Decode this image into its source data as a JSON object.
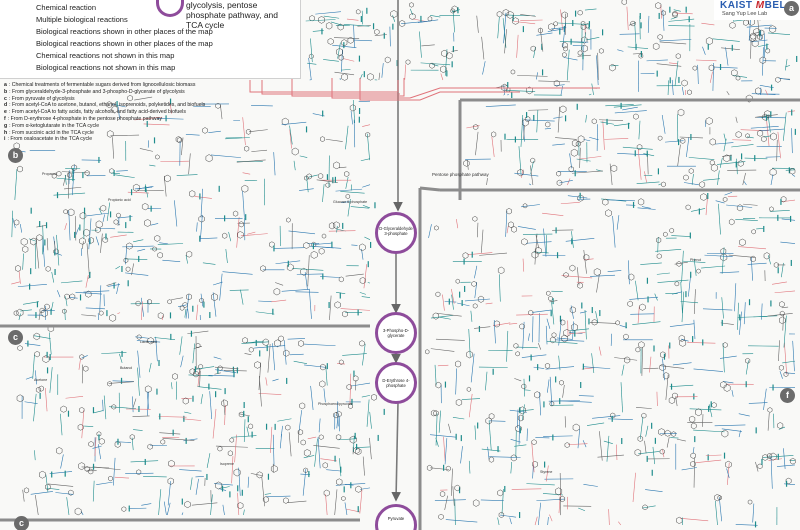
{
  "header": {
    "title_text": "glycolysis, pentose phosphate pathway, and TCA cycle",
    "logo_text": "KAIST",
    "logo_m": "M",
    "logo_bel": "BEL",
    "logo_sub": "Sang Yup Lee Lab",
    "corner_letter": "a"
  },
  "legend": {
    "items": [
      {
        "label": "Chemical reaction",
        "color": "#e0737a",
        "style": "solid-arrow"
      },
      {
        "label": "Multiple biological reactions",
        "color": "#2c78b0",
        "style": "dotted-arrow"
      },
      {
        "label": "Biological reactions shown in other places of the map",
        "color": "#1f8c8c",
        "style": "tbar"
      },
      {
        "label": "Biological reactions shown in other places of the map",
        "color": "#d04b52",
        "style": "tbar"
      },
      {
        "label": "Chemical reactions not shown in this map",
        "color": "#7a7a7a",
        "style": "dashed"
      },
      {
        "label": "Biological reactions not shown in this map",
        "color": "#1f8c8c",
        "style": "tbar-dashed"
      }
    ]
  },
  "footnotes": [
    {
      "key": "a",
      "text": ": Chemical treatments of fermentable sugars derived from lignocellulosic biomass"
    },
    {
      "key": "b",
      "text": ": From glyceraldehyde-3-phosphate and 3-phospho-D-glycerate of glycolysis"
    },
    {
      "key": "c",
      "text": ": From pyruvate of glycolysis"
    },
    {
      "key": "d",
      "text": ": From acetyl-CoA to acetone, butanol, ethanol, isoprenoids, polyketides, and biofuels"
    },
    {
      "key": "e",
      "text": ": From acetyl-CoA to fatty acids, fatty alcohols, and fatty acid-derived biofuels"
    },
    {
      "key": "f",
      "text": ": From D-erythrose 4-phosphate in the pentose phosphate pathway"
    },
    {
      "key": "g",
      "text": ": From α-ketoglutarate in the TCA cycle"
    },
    {
      "key": "h",
      "text": ": From succinic acid in the TCA cycle"
    },
    {
      "key": "i",
      "text": ": From oxaloacetate in the TCA cycle"
    }
  ],
  "panels": {
    "b": "b",
    "c": "c",
    "f": "f",
    "bottom_c": "c"
  },
  "central_metabolites": [
    {
      "label": "D-Glyceraldehyde 3-phosphate"
    },
    {
      "label": "3-Phospho-D-glycerate"
    },
    {
      "label": "D-Erythrose 4-phosphate"
    },
    {
      "label": "Pyruvate"
    }
  ],
  "small_labels": {
    "glucose_6p": "Glucose 6-phosphate",
    "ppp": "Pentose phosphate pathway",
    "propanol": "Propanol",
    "propionic": "Propionic acid",
    "acetone": "Acetone",
    "butanol": "Butanol",
    "phenol": "Phenol",
    "styrene": "Styrene",
    "isoprene": "Isoprene",
    "lactic": "Lactic acid",
    "phosphoenolpyruvate": "Phosphoenolpyruvate"
  },
  "colors": {
    "chemical": "#e0737a",
    "biological_blue": "#2c78b0",
    "biological_teal": "#1f8c8c",
    "gray": "#7a7a7a",
    "purple": "#8e4c9b",
    "divider": "#8c8c8c"
  }
}
